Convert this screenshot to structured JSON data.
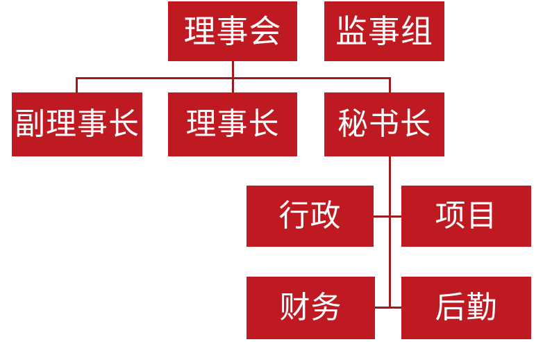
{
  "chart_data": {
    "type": "diagram",
    "title": "",
    "diagram_kind": "organizational-chart",
    "orientation": "top-down",
    "palette": {
      "node_fill": "#bf1a21",
      "node_text": "#ffffff",
      "connector": "#9e1b1e",
      "background": "#ffffff"
    },
    "nodes": [
      {
        "id": "board",
        "label": "理事会",
        "level": 1,
        "row": 1,
        "col": 2
      },
      {
        "id": "supervisors",
        "label": "监事组",
        "level": 1,
        "row": 1,
        "col": 3
      },
      {
        "id": "vice_chair",
        "label": "副理事长",
        "level": 2,
        "row": 2,
        "col": 1
      },
      {
        "id": "chair",
        "label": "理事长",
        "level": 2,
        "row": 2,
        "col": 2
      },
      {
        "id": "secgen",
        "label": "秘书长",
        "level": 2,
        "row": 2,
        "col": 3
      },
      {
        "id": "admin",
        "label": "行政",
        "level": 3,
        "row": 3,
        "col": 2
      },
      {
        "id": "project",
        "label": "项目",
        "level": 3,
        "row": 3,
        "col": 3
      },
      {
        "id": "finance",
        "label": "财务",
        "level": 3,
        "row": 4,
        "col": 2
      },
      {
        "id": "logistics",
        "label": "后勤",
        "level": 3,
        "row": 4,
        "col": 3
      }
    ],
    "edges": [
      {
        "from": "board",
        "to": "vice_chair"
      },
      {
        "from": "board",
        "to": "chair"
      },
      {
        "from": "board",
        "to": "secgen"
      },
      {
        "from": "secgen",
        "to": "admin"
      },
      {
        "from": "secgen",
        "to": "project"
      },
      {
        "from": "secgen",
        "to": "finance"
      },
      {
        "from": "secgen",
        "to": "logistics"
      }
    ],
    "unconnected_nodes": [
      "supervisors"
    ]
  },
  "nodes": {
    "board": {
      "label": "理事会"
    },
    "supervisors": {
      "label": "监事组"
    },
    "vice_chair": {
      "label": "副理事长"
    },
    "chair": {
      "label": "理事长"
    },
    "secgen": {
      "label": "秘书长"
    },
    "admin": {
      "label": "行政"
    },
    "project": {
      "label": "项目"
    },
    "finance": {
      "label": "财务"
    },
    "logistics": {
      "label": "后勤"
    }
  }
}
